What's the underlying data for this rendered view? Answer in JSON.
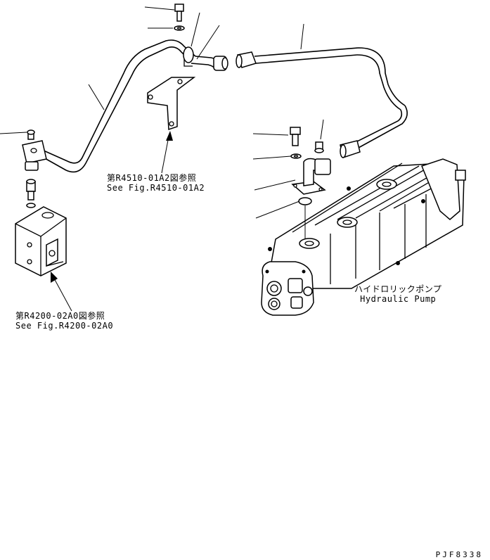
{
  "references": [
    {
      "ja": "第R4510-01A2図参照",
      "en": "See Fig.R4510-01A2"
    },
    {
      "ja": "第R4200-02A0図参照",
      "en": "See Fig.R4200-02A0"
    }
  ],
  "pump_label": {
    "ja": "ハイドロリックポンプ",
    "en": "Hydraulic Pump"
  },
  "drawing_code": "PJF8338"
}
